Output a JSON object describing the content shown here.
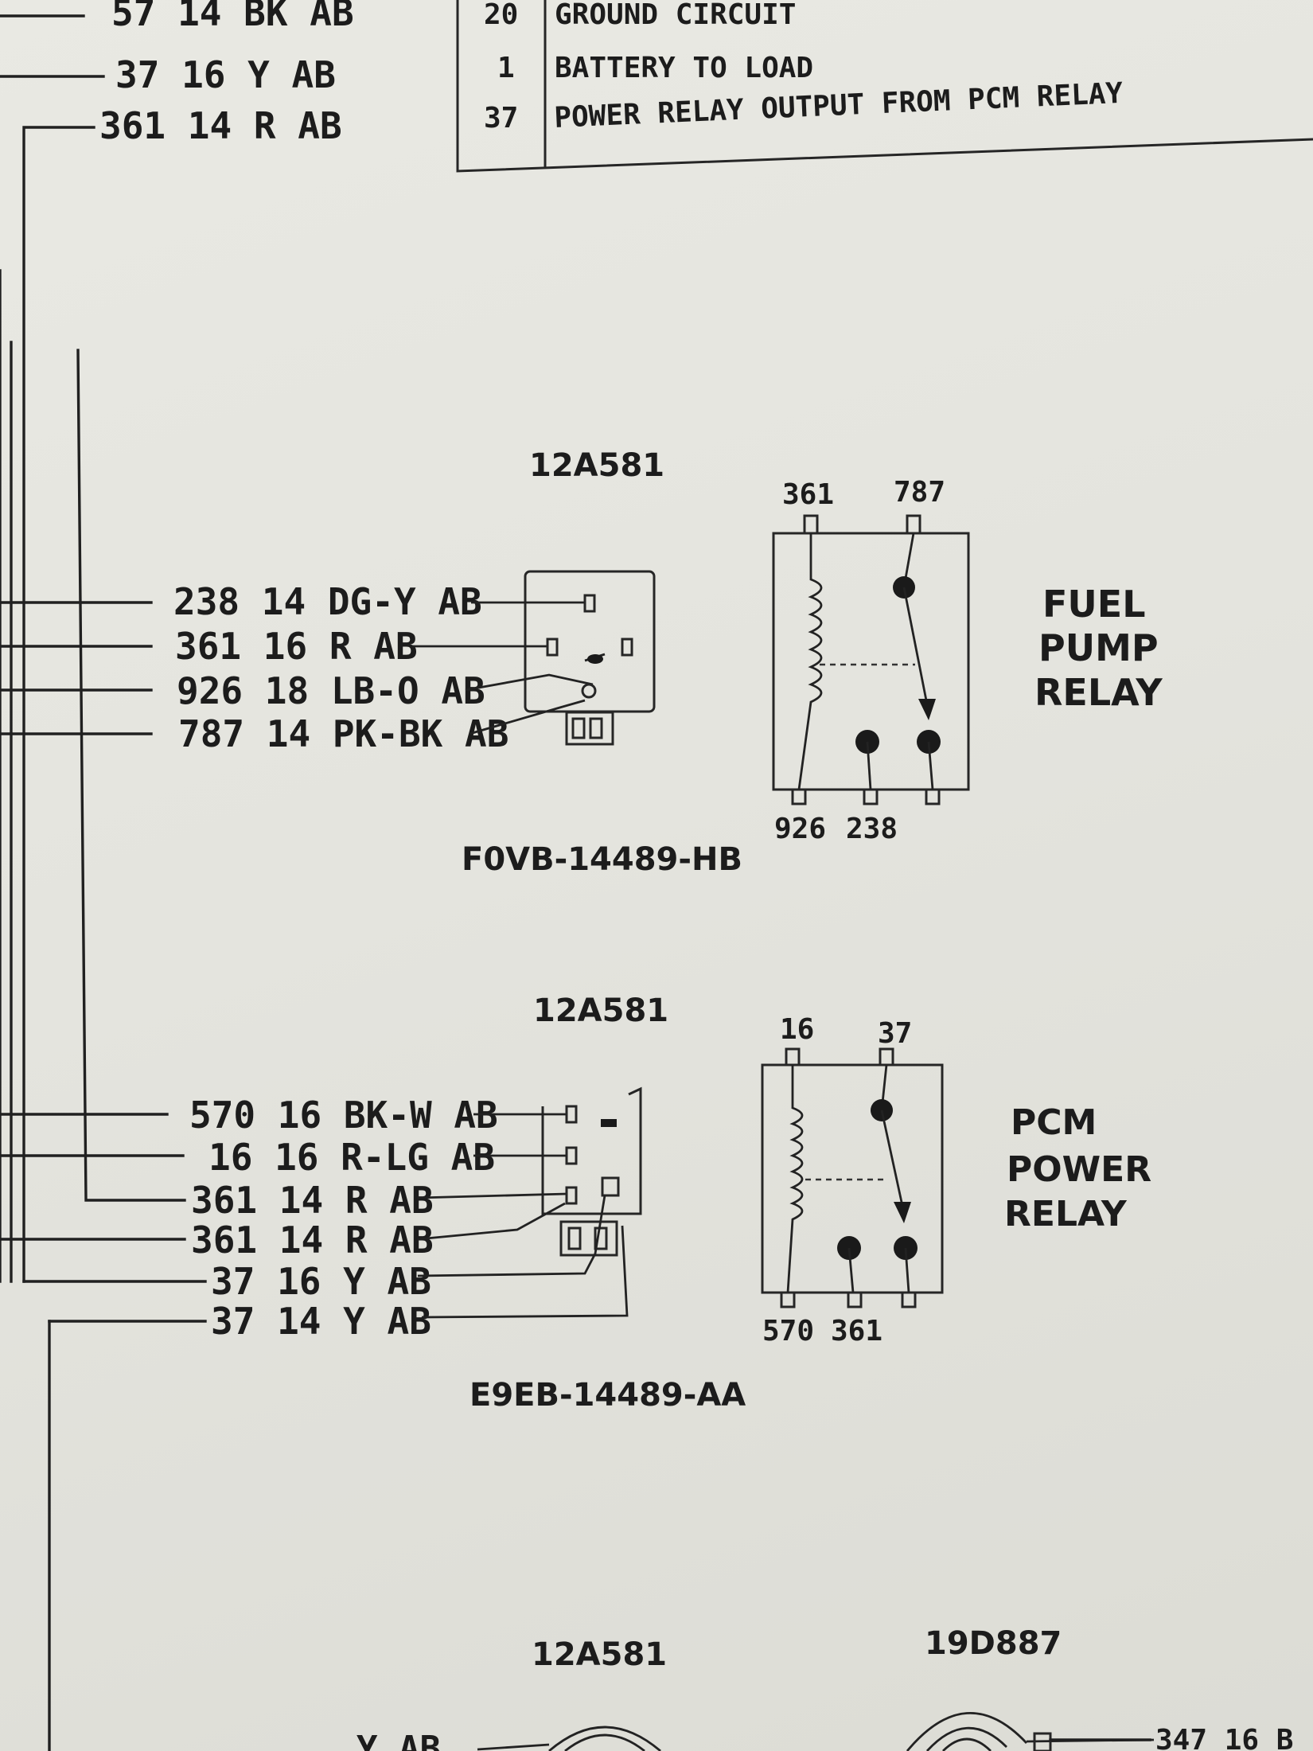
{
  "top_wires": [
    "57 14 BK AB",
    "37 16 Y AB",
    "361 14 R AB"
  ],
  "legend": {
    "rows": [
      {
        "num": "20",
        "desc": "GROUND CIRCUIT"
      },
      {
        "num": "1",
        "desc": "BATTERY TO LOAD"
      },
      {
        "num": "37",
        "desc": "POWER RELAY OUTPUT FROM PCM RELAY"
      }
    ]
  },
  "fuel_pump_relay": {
    "connector_id": "12A581",
    "wires": [
      "238 14 DG-Y AB",
      "361 16 R AB",
      "926 18 LB-O AB",
      "787 14 PK-BK AB"
    ],
    "part_number": "F0VB-14489-HB",
    "title_lines": [
      "FUEL",
      "PUMP",
      "RELAY"
    ],
    "pins_top": [
      "361",
      "787"
    ],
    "pins_bottom": [
      "926",
      "238"
    ]
  },
  "pcm_power_relay": {
    "connector_id": "12A581",
    "wires": [
      "570 16 BK-W AB",
      "16 16 R-LG AB",
      "361 14 R AB",
      "361 14 R AB",
      "37 16 Y AB",
      "37 14 Y AB"
    ],
    "part_number": "E9EB-14489-AA",
    "title_lines": [
      "PCM",
      "POWER",
      "RELAY"
    ],
    "pins_top": [
      "16",
      "37"
    ],
    "pins_bottom": [
      "570",
      "361"
    ]
  },
  "bottom": {
    "connector_left": "12A581",
    "connector_right": "19D887",
    "right_wire": "347 16 B",
    "left_wire_partial": "Y AB"
  }
}
